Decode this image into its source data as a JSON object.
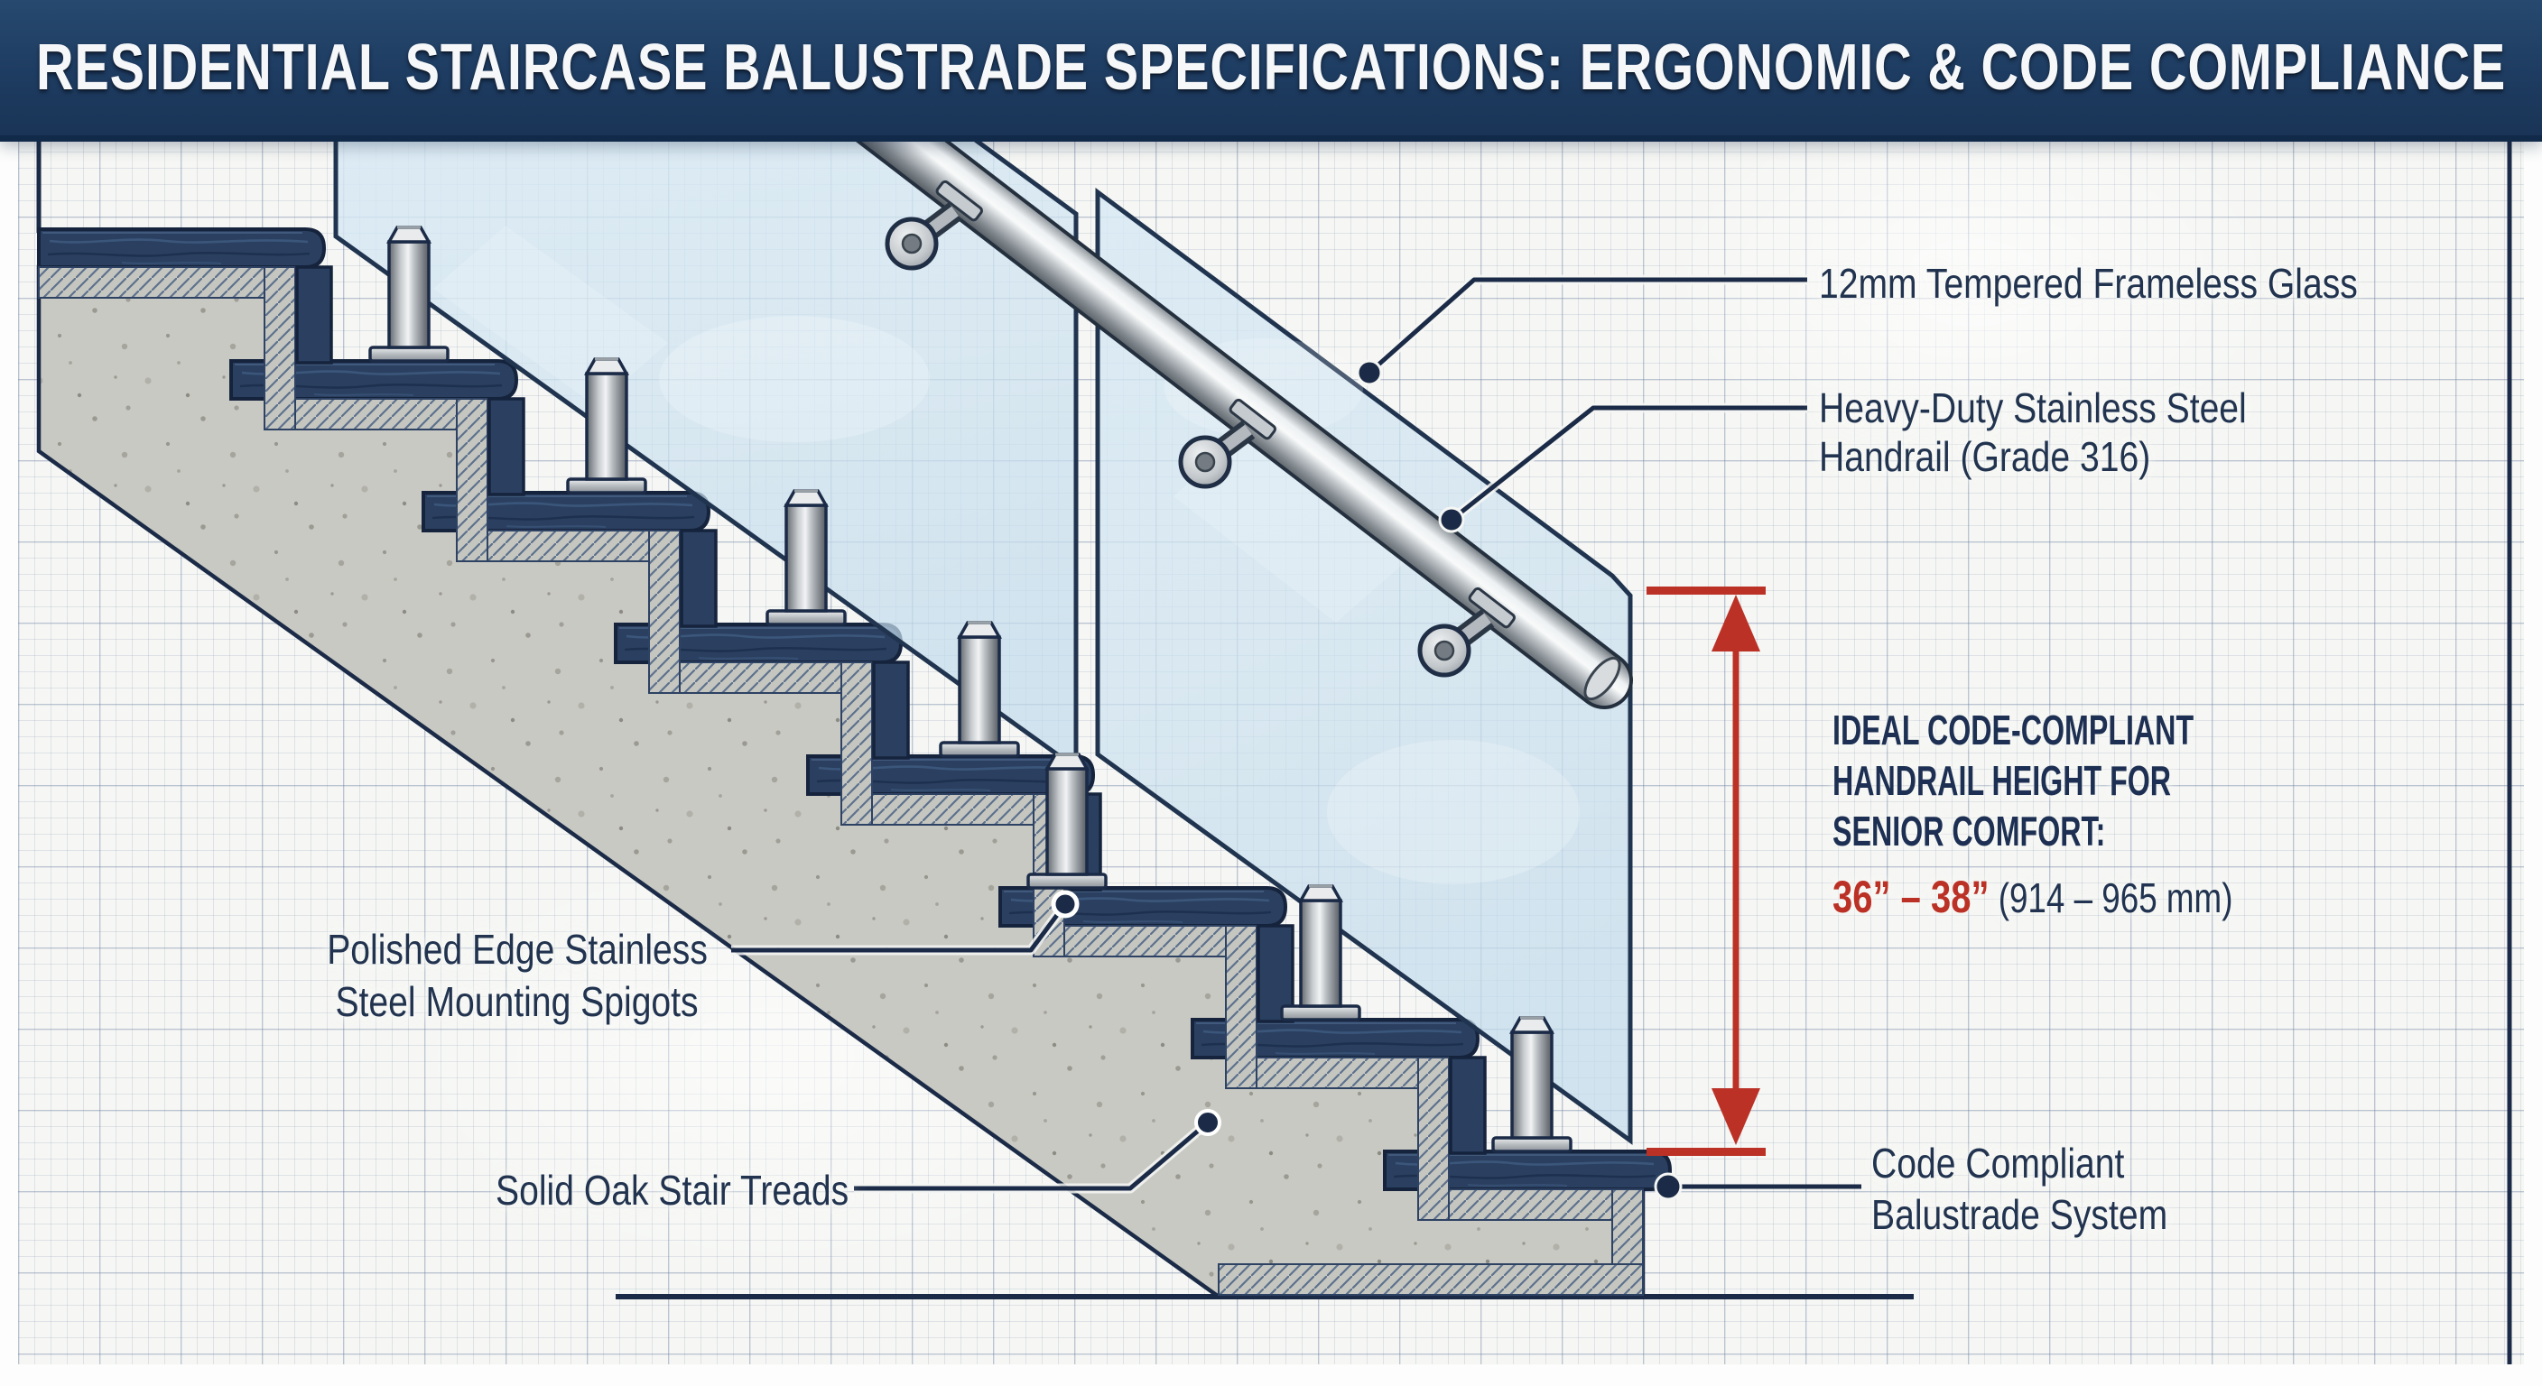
{
  "header": {
    "title": "RESIDENTIAL STAIRCASE BALUSTRADE SPECIFICATIONS: ERGONOMIC & CODE COMPLIANCE"
  },
  "callouts": {
    "glass": {
      "label": "12mm Tempered Frameless Glass"
    },
    "handrail": {
      "label_line1": "Heavy-Duty Stainless Steel",
      "label_line2": "Handrail (Grade 316)"
    },
    "spigots": {
      "label_line1": "Polished Edge Stainless",
      "label_line2": "Steel Mounting Spigots"
    },
    "treads": {
      "label": "Solid Oak Stair Treads"
    },
    "balustrade": {
      "label_line1": "Code Compliant",
      "label_line2": "Balustrade System"
    }
  },
  "dimension": {
    "heading_line1": "IDEAL CODE-COMPLIANT",
    "heading_line2": "HANDRAIL HEIGHT FOR",
    "heading_line3": "SENIOR COMFORT:",
    "value_imperial": "36” – 38”",
    "value_metric": "(914 – 965 mm)"
  },
  "colors": {
    "header_navy": "#1e3c61",
    "outline_navy": "#1b2b47",
    "tread_navy": "#2b4060",
    "concrete_gray": "#c9c9c3",
    "glass_blue": "#cfe3f0",
    "accent_red": "#bb3126",
    "paper": "#f6f7f4"
  }
}
